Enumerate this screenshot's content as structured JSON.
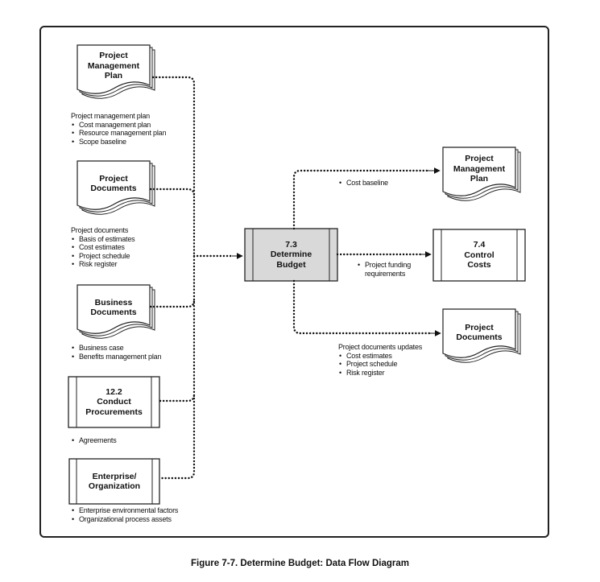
{
  "caption": "Figure 7-7. Determine Budget: Data Flow Diagram",
  "inputs": {
    "pmp": {
      "label": "Project\nManagement\nPlan",
      "note_title": "Project management plan",
      "note_items": [
        "Cost management plan",
        "Resource management plan",
        "Scope baseline"
      ]
    },
    "docs": {
      "label": "Project\nDocuments",
      "note_title": "Project documents",
      "note_items": [
        "Basis of estimates",
        "Cost estimates",
        "Project schedule",
        "Risk register"
      ]
    },
    "business": {
      "label": "Business\nDocuments",
      "note_items": [
        "Business case",
        "Benefits management plan"
      ]
    },
    "procurements": {
      "label": "12.2\nConduct\nProcurements",
      "note_items": [
        "Agreements"
      ]
    },
    "enterprise": {
      "label": "Enterprise/\nOrganization",
      "note_items": [
        "Enterprise environmental factors",
        "Organizational process assets"
      ]
    }
  },
  "process": {
    "label": "7.3\nDetermine\nBudget"
  },
  "outputs": {
    "pmp": {
      "label": "Project\nManagement\nPlan",
      "flow_items": [
        "Cost baseline"
      ]
    },
    "control": {
      "label": "7.4\nControl\nCosts",
      "flow_text": "Project funding\nrequirements"
    },
    "docs": {
      "label": "Project\nDocuments",
      "flow_title": "Project documents updates",
      "flow_items": [
        "Cost estimates",
        "Project schedule",
        "Risk register"
      ]
    }
  }
}
